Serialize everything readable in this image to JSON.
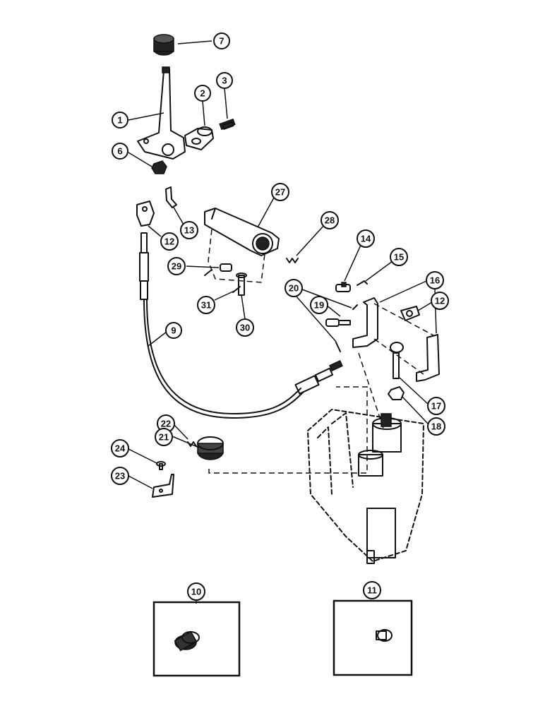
{
  "callouts": {
    "c1": "1",
    "c2": "2",
    "c3": "3",
    "c6": "6",
    "c7": "7",
    "c9": "9",
    "c10": "10",
    "c11": "11",
    "c12a": "12",
    "c12b": "12",
    "c13": "13",
    "c14": "14",
    "c15": "15",
    "c16": "16",
    "c17": "17",
    "c18": "18",
    "c19": "19",
    "c20": "20",
    "c21": "21",
    "c22": "22",
    "c23": "23",
    "c24": "24",
    "c27": "27",
    "c28": "28",
    "c29": "29",
    "c30": "30",
    "c31": "31"
  },
  "parts": [
    "knob",
    "control-lever",
    "lever-boss",
    "capscrew",
    "nut",
    "cable",
    "clevis",
    "detent-housing",
    "spring",
    "cotter-pin",
    "pin",
    "bracket",
    "ball-joint",
    "control-valve",
    "detent-cap",
    "clip"
  ]
}
